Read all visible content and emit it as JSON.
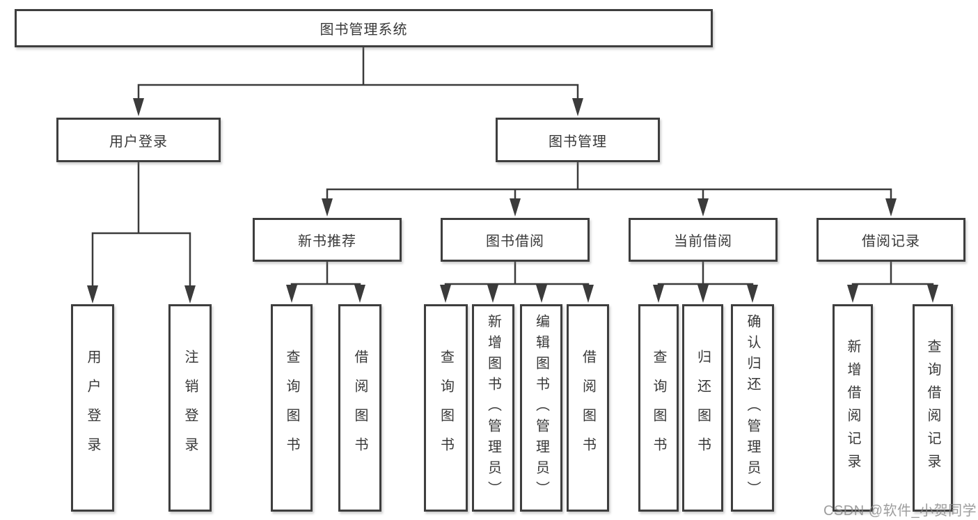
{
  "diagram": {
    "type": "hierarchy-tree",
    "colors": {
      "background": "#ffffff",
      "line": "#3b3b3b",
      "box_border": "#3e3e3e",
      "box_fill": "#ffffff",
      "text": "#383838",
      "watermark": "#878787"
    },
    "tree": {
      "label": "图书管理系统",
      "children": [
        {
          "label": "用户登录",
          "children": [
            {
              "label": "用户登录"
            },
            {
              "label": "注销登录"
            }
          ]
        },
        {
          "label": "图书管理",
          "children": [
            {
              "label": "新书推荐",
              "children": [
                {
                  "label": "查询图书"
                },
                {
                  "label": "借阅图书"
                }
              ]
            },
            {
              "label": "图书借阅",
              "children": [
                {
                  "label": "查询图书"
                },
                {
                  "label": "新增图书（管理员）"
                },
                {
                  "label": "编辑图书（管理员）"
                },
                {
                  "label": "借阅图书"
                }
              ]
            },
            {
              "label": "当前借阅",
              "children": [
                {
                  "label": "查询图书"
                },
                {
                  "label": "归还图书"
                },
                {
                  "label": "确认归还（管理员）"
                }
              ]
            },
            {
              "label": "借阅记录",
              "children": [
                {
                  "label": "新增借阅记录"
                },
                {
                  "label": "查询借阅记录"
                }
              ]
            }
          ]
        }
      ]
    }
  },
  "watermark": {
    "text": "CSDN @软件_小贺同学"
  }
}
